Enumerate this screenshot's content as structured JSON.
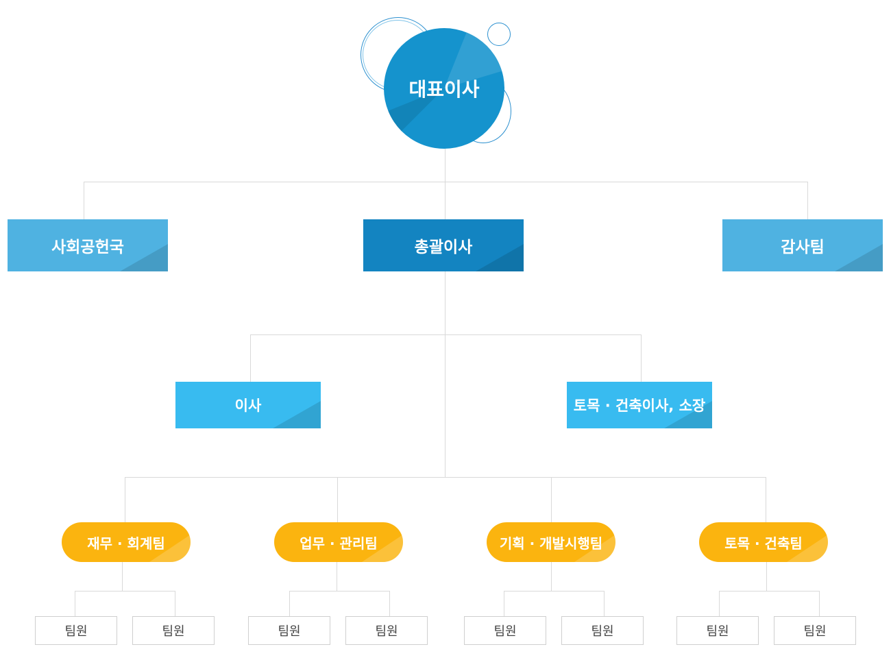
{
  "top": {
    "label": "대표이사",
    "color": "#1593cd"
  },
  "level1": [
    {
      "label": "사회공헌국",
      "color": "#4fb2e1"
    },
    {
      "label": "총괄이사",
      "color": "#1384c1"
    },
    {
      "label": "감사팀",
      "color": "#4fb2e1"
    }
  ],
  "level2": [
    {
      "label": "이사",
      "color": "#38bbf0"
    },
    {
      "label": "토목 · 건축이사, 소장",
      "color": "#38bbf0"
    }
  ],
  "teams": [
    {
      "label": "재무 · 회계팀",
      "color": "#fbb40f"
    },
    {
      "label": "업무 · 관리팀",
      "color": "#fbb40f"
    },
    {
      "label": "기획 · 개발시행팀",
      "color": "#fbb40f"
    },
    {
      "label": "토목 · 건축팀",
      "color": "#fbb40f"
    }
  ],
  "members": [
    "팀원",
    "팀원",
    "팀원",
    "팀원",
    "팀원",
    "팀원",
    "팀원",
    "팀원"
  ]
}
